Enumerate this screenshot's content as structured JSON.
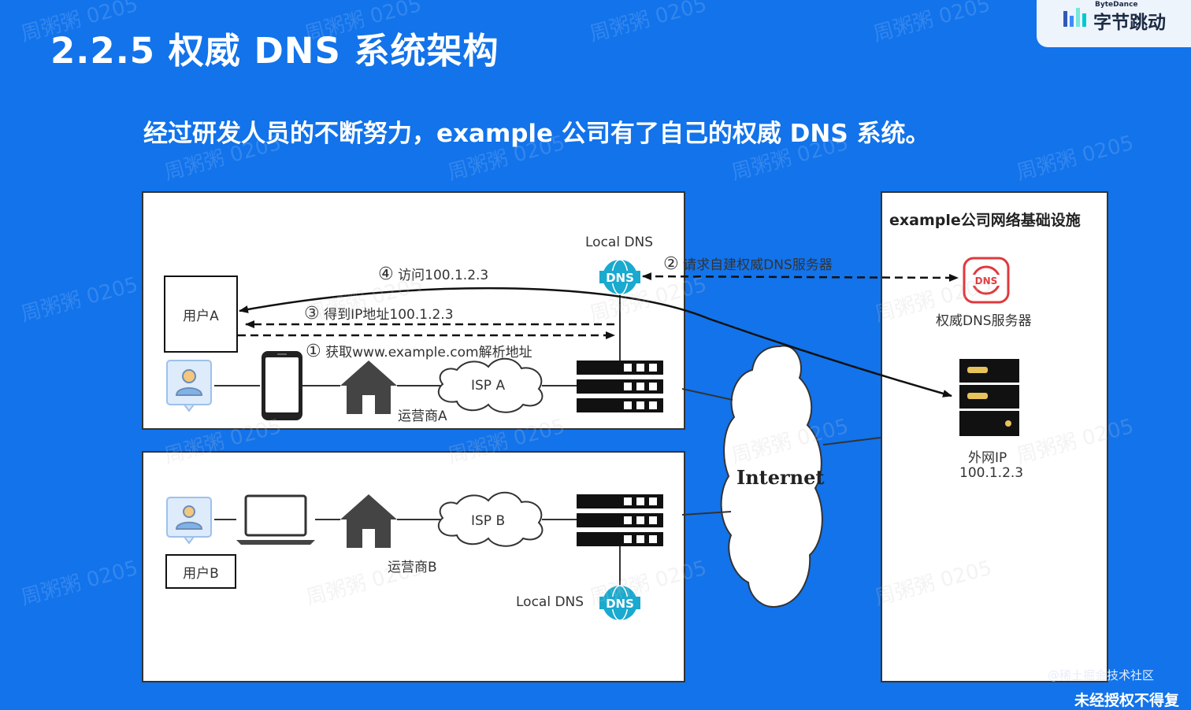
{
  "header": {
    "title": "2.2.5 权威 DNS 系统架构",
    "subtitle": "经过研发人员的不断努力，example 公司有了自己的权威 DNS 系统。"
  },
  "logo": {
    "small_text": "ByteDance",
    "main_text": "字节跳动"
  },
  "infra_panel": {
    "title": "example公司网络基础设施",
    "auth_dns_label": "权威DNS服务器",
    "public_ip_label": "外网IP",
    "public_ip_value": "100.1.2.3"
  },
  "panel_a": {
    "user_label": "用户A",
    "local_dns_label": "Local DNS",
    "isp_label": "ISP A",
    "carrier_label": "运营商A",
    "steps": [
      {
        "num": "①",
        "text": "获取www.example.com解析地址"
      },
      {
        "num": "②",
        "text": "请求自建权威DNS服务器"
      },
      {
        "num": "③",
        "text": "得到IP地址100.1.2.3"
      },
      {
        "num": "④",
        "text": "访问100.1.2.3"
      }
    ]
  },
  "panel_b": {
    "user_label": "用户B",
    "local_dns_label": "Local DNS",
    "isp_label": "ISP B",
    "carrier_label": "运营商B"
  },
  "internet_label": "Internet",
  "dns_badge_text": "DNS",
  "watermark_text": "周粥粥 0205",
  "footer": {
    "credit": "@稀土掘金技术社区",
    "strip_text": "未经授权不得复"
  },
  "colors": {
    "background": "#1273EB",
    "dns_cyan": "#1AA9CF",
    "dns_red": "#E0393E",
    "ip_yellow": "#E8C25A"
  }
}
